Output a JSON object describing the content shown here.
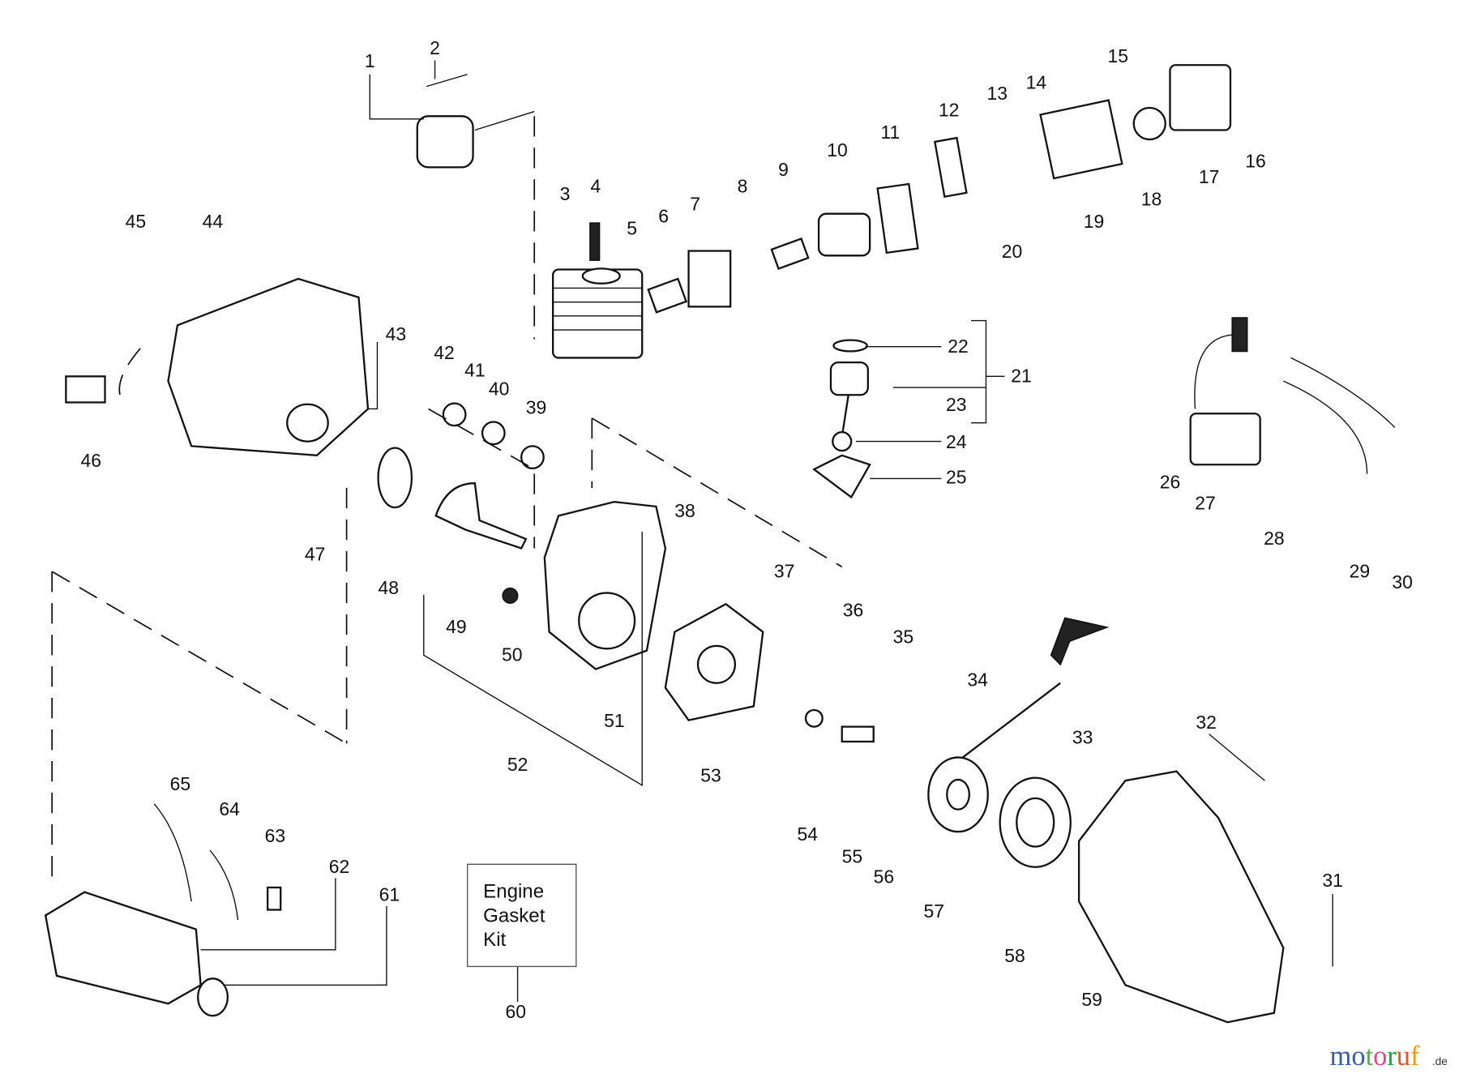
{
  "diagram": {
    "part_labels": [
      "1",
      "2",
      "3",
      "4",
      "5",
      "6",
      "7",
      "8",
      "9",
      "10",
      "11",
      "12",
      "13",
      "14",
      "15",
      "16",
      "17",
      "18",
      "19",
      "20",
      "21",
      "22",
      "23",
      "24",
      "25",
      "26",
      "27",
      "28",
      "29",
      "30",
      "31",
      "32",
      "33",
      "34",
      "35",
      "36",
      "37",
      "38",
      "39",
      "40",
      "41",
      "42",
      "43",
      "44",
      "45",
      "46",
      "47",
      "48",
      "49",
      "50",
      "51",
      "52",
      "53",
      "54",
      "55",
      "56",
      "57",
      "58",
      "59",
      "60",
      "61",
      "62",
      "63",
      "64",
      "65"
    ],
    "kit_box": {
      "lines": [
        "Engine",
        "Gasket",
        "Kit"
      ],
      "part_number": "60"
    }
  },
  "watermark": {
    "text": "motoruf",
    "suffix": ".de",
    "letter_colors": [
      "#3b5ba8",
      "#3b5ba8",
      "#4caf50",
      "#e24a8b",
      "#2e9c4a",
      "#e8532b",
      "#e89a1a"
    ]
  }
}
